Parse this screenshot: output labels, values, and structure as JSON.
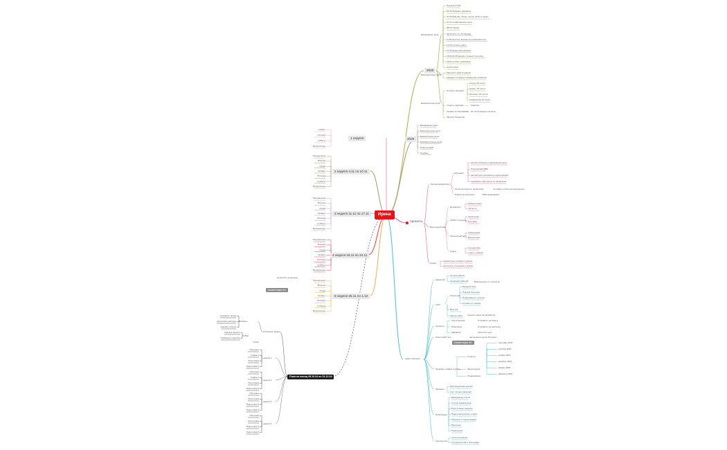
{
  "root": {
    "label": "Ирина"
  },
  "plan": {
    "label": "План на месяц 28.10.24 по 01.12.24"
  },
  "tags": {
    "comment_left": "Комментария нет",
    "comment_right": "Комментария нет"
  },
  "branches": {
    "y2026": {
      "label": "2026",
      "everyday": {
        "label": "Ежедневные дела",
        "items": [
          "Подъем в 6:00",
          "06:40 Зарядка, умывание",
          "07:00 Завтрак, сборы, выход ребят в садик",
          "07:30 хозяйственные дела",
          "08:00 уборка",
          "09:00 весь по обстановке",
          "11:00 встречи, выходы (по возможности)",
          "14:00 готовить ужин",
          "17:00 время для ребенка",
          "18:00-21:00 время с семьей, прогулка",
          "19:00 чтение с ребенком",
          "21:00 отбой"
        ]
      },
      "weekly": {
        "label": "Еженедельные дела",
        "items": [
          "Занятия 2 раза в неделю",
          "наводить порядок в домашнем хозяйстве"
        ]
      },
      "monthly": {
        "label": "Ежемесячные дела",
        "income": {
          "label": "Оплата платежей",
          "items": [
            "оплата 15 числа",
            "кредит 19 числа",
            "Интернет 30 числа",
            "коммуналка 10 числа"
          ]
        },
        "others": [
          {
            "label": "сходить к врачам",
            "child": "Анализы"
          },
          {
            "label": "перевести сбережения",
            "child": "20 числа каждого месяца"
          },
          {
            "label": "Закупка продуктов",
            "child": ""
          }
        ]
      }
    },
    "y2025": {
      "label": "2025",
      "items": [
        "Ежедневные дела",
        "Еженедельные дела",
        "Ежемесячные дела",
        "Ежеквартальные дела",
        "План в новом",
        "Годовые"
      ]
    },
    "weeks": [
      {
        "label": "1 неделя",
        "days": [
          "четверг",
          "пятница",
          "суббота",
          "Воскресенье"
        ]
      },
      {
        "label": "2 неделя 4.11 по 10.11",
        "days": [
          "Понедельник",
          "Вторник",
          "Среда",
          "Четверг",
          "Пятница",
          "Суббота",
          "Воскресенье"
        ]
      },
      {
        "label": "3 неделя 11.11 по 17.11",
        "days": [
          "Понедельник",
          "Вторник",
          "Среда",
          "Четверг",
          "Пятница",
          "Суббота",
          "Воскресенье"
        ]
      },
      {
        "label": "4 неделя 18.11 по 24.11",
        "days": [
          "Понедельник",
          "Вторник",
          "Среда",
          "Четверг",
          "Пятница",
          "Суббота",
          "Воскресенье"
        ]
      },
      {
        "label": "5 неделя 25.11 по 1.12",
        "days": [
          "Понедельник",
          "Вторник",
          "Среда",
          "Четверг",
          "Пятница",
          "Суббота",
          "Воскресенье"
        ],
        "note": "вычислить в расходы"
      }
    ],
    "projects": {
      "label": "проекты",
      "dev": {
        "label": "Личная разработка",
        "courses": {
          "label": "Обучение",
          "items": [
            "пройти обучение в написанном курсе",
            "Подходящий МВК",
            "рассмотреть интересное предложение",
            "подобрать себе курсы по профессии"
          ]
        },
        "mentor": {
          "label": "Поиск ментора по профессии",
          "child": "составить список интересующих"
        },
        "inside": {
          "label": "Работа на результат",
          "child": "Тайм-менеджмент"
        }
      },
      "inner": {
        "label": "Внутренний мир",
        "spiritual": {
          "label": "Духовность",
          "items": [
            "выбрать книги",
            "прочесть"
          ]
        },
        "hobby": {
          "label": "Хобби / интересы",
          "items": [
            "Творчество",
            "выставка"
          ]
        },
        "growth": {
          "label": "Личностный рост",
          "items": [
            "Самооценка",
            "Дисциплина"
          ]
        },
        "relax": {
          "label": "Отдых",
          "items": [
            "путешествие",
            "отдых с семьей"
          ]
        }
      },
      "family": {
        "label": "Семья",
        "items": [
          "совместные поездки с семьей",
          "выстроить отношения с мужем"
        ]
      }
    },
    "business": {
      "label": "живого бизнеса",
      "market": {
        "label": "маркетинг",
        "items": [
          "Оплата работы",
          "Основной рабочий"
        ],
        "child": "ВСЕ ресурсы по стратегии"
      },
      "sales": {
        "label": "Сайт",
        "sub": {
          "label": "Структура",
          "items": [
            "Базовый блок",
            "Покупка блогеров",
            "Информация о услугах",
            "контакты и отзывы"
          ]
        },
        "items": [
          "Верстка",
          "Запуск сайта"
        ],
        "child": "Сделать заказ на разработку"
      },
      "products": {
        "label": "продукты",
        "items": [
          {
            "label": "Консультация",
            "child": "Отправить на запись"
          },
          {
            "label": "Практикум",
            "child": "Отправить на рассылку"
          },
          {
            "label": "Марафон",
            "child": "запустить курс"
          }
        ]
      },
      "clients": {
        "label": "Клиентский путь",
        "child": "наполнение курса обучения"
      },
      "schedule": {
        "label": "Продажи, график и доход",
        "items": [
          "Соцсети",
          "Запуск курса",
          "Продвижение"
        ],
        "months": [
          "сентябрь 2024",
          "октябрь 2024",
          "ноябрь 2024",
          "декабрь 2024",
          "январь 2025",
          "февраль 2025"
        ]
      },
      "finance": {
        "label": "финансы",
        "items": [
          "Распределение дохода",
          "учет личных расходов"
        ]
      },
      "content": {
        "label": "Публикации",
        "items": [
          "Ежедневные посты",
          "Сторис каждый день",
          "Рилс 2 раза в неделю",
          "Подготовка контент-плана",
          "Общение с подписчиками",
          "Рассылка",
          "Розыгрыши"
        ]
      },
      "partners": {
        "label": "партнерство",
        "items": [
          "поиск партнеров",
          "сотрудничество с блогерами"
        ]
      }
    },
    "left_tree": {
      "main": {
        "label": "Основные задачи"
      },
      "subs": [
        {
          "label": "Финансы",
          "items": [
            "сохранить доход",
            "рассчитать расходы",
            "Сделать платеж",
            "Проверить подписку"
          ]
        },
        {
          "label": "Хобби",
          "items": [
            "Сделать красоту"
          ]
        },
        {
          "label": "Учеба"
        }
      ],
      "weeks": [
        {
          "label": "неделя 1",
          "items": [
            "Обучение",
            "Ставка 1",
            "Подготовка",
            "Подготовка 2"
          ]
        },
        {
          "label": "неделя 2",
          "items": [
            "Обучение",
            "Ставка 1",
            "Подготовка",
            "Подготовка 2"
          ]
        },
        {
          "label": "неделя 3",
          "items": [
            "Обучение",
            "Подготовка",
            "Подготовка 2",
            "Подготовка 3"
          ]
        },
        {
          "label": "неделя 4",
          "items": [
            "Обучение",
            "Подготовка",
            "Подготовка 2",
            "Подготовка 3"
          ]
        }
      ]
    }
  }
}
